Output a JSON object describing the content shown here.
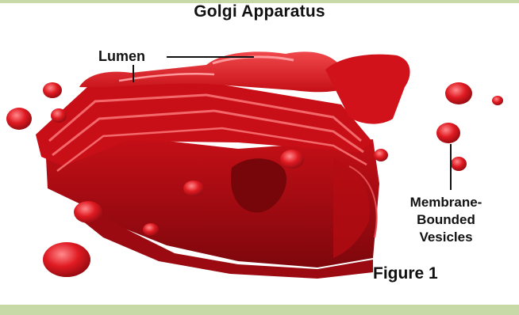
{
  "title": "Golgi Apparatus",
  "labels": {
    "lumen": "Lumen",
    "membrane_line1": "Membrane-",
    "membrane_line2": "Bounded",
    "membrane_line3": "Vesicles"
  },
  "figure": "Figure 1",
  "colors": {
    "organelle": "#d4121a",
    "organelle_dark": "#8e0a10",
    "organelle_light": "#f25a5e",
    "border_bars": "#c7d9a6"
  }
}
